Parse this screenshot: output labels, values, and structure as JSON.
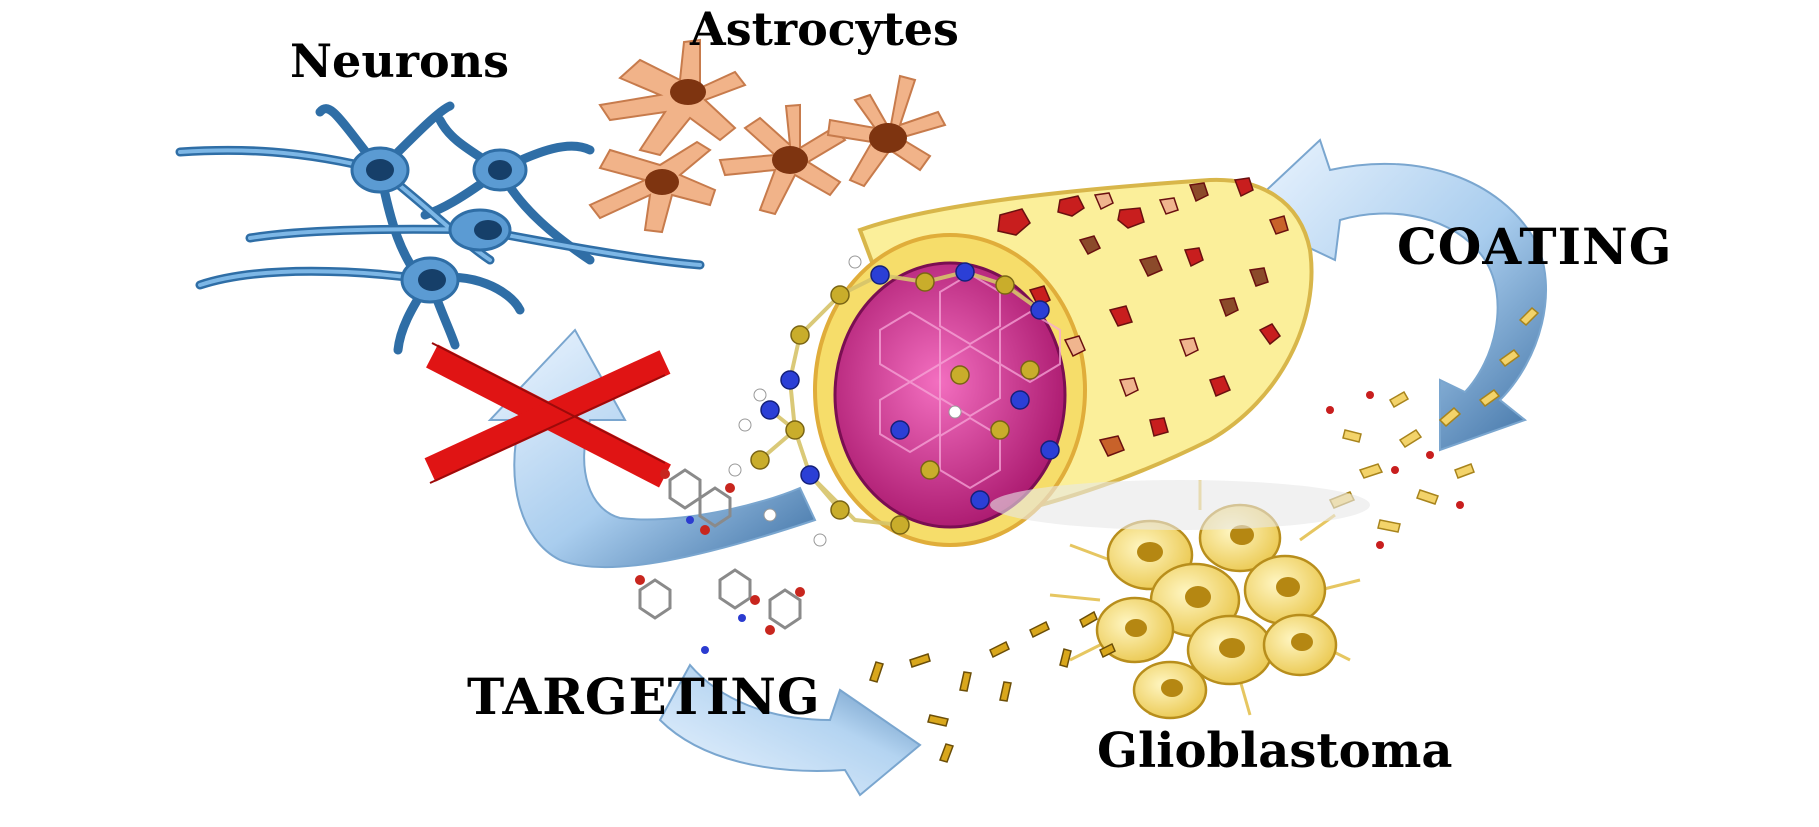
{
  "labels": {
    "neurons": "Neurons",
    "astrocytes": "Astrocytes",
    "coating": "COATING",
    "targeting": "TARGETING",
    "glioblastoma": "Glioblastoma"
  },
  "colors": {
    "neuron": "#4f8fc6",
    "neuron_nucleus": "#1e4f80",
    "astrocyte": "#f2b48c",
    "astrocyte_nucleus": "#8a3d12",
    "membrane": "#fbef9a",
    "membrane_edge": "#e3c55a",
    "core": "#d2278f",
    "atom_c": "#c9ad2b",
    "atom_n": "#2b3fd6",
    "protein_red": "#c81e1e",
    "protein_brown": "#8b4a2a",
    "cross": "#e01414",
    "arrow": "#9ec6ea",
    "glioma_cell": "#f3dc6a"
  },
  "icons": [
    "red-cross-icon",
    "coating-arrow-icon",
    "targeting-arrow-icon"
  ]
}
